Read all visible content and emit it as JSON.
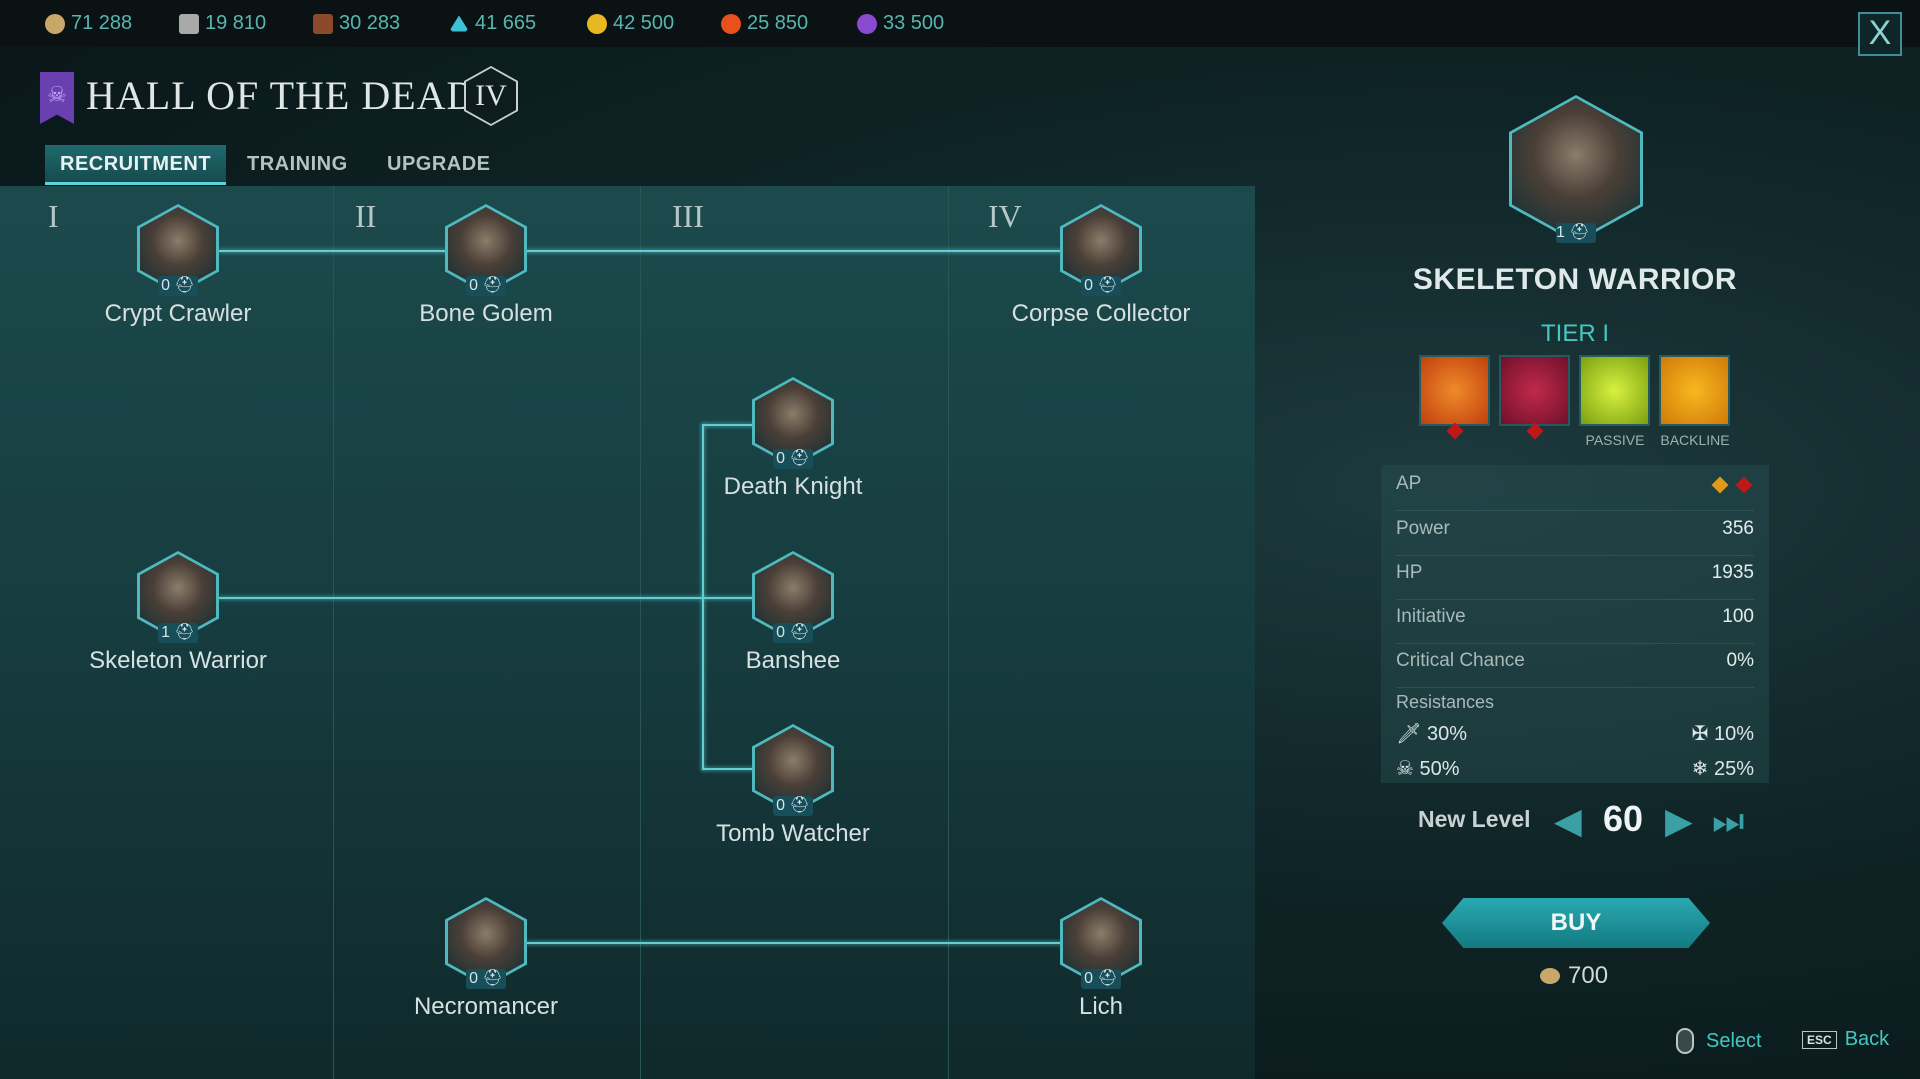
{
  "resources": [
    {
      "icon": "gold-coins-icon",
      "value": "71 288",
      "color": "#c8a76a"
    },
    {
      "icon": "iron-ingot-icon",
      "value": "19 810",
      "color": "#a8a8a8"
    },
    {
      "icon": "wood-planks-icon",
      "value": "30 283",
      "color": "#8a4a2a"
    },
    {
      "icon": "crystal-icon",
      "value": "41 665",
      "color": "#3ec3d6"
    },
    {
      "icon": "holy-essence-icon",
      "value": "42 500",
      "color": "#e8b820"
    },
    {
      "icon": "fire-essence-icon",
      "value": "25 850",
      "color": "#e8501c"
    },
    {
      "icon": "shadow-essence-icon",
      "value": "33 500",
      "color": "#8a4ad0"
    }
  ],
  "header": {
    "title": "HALL OF THE DEAD",
    "rank": "IV",
    "close": "X"
  },
  "tabs": [
    {
      "label": "RECRUITMENT",
      "active": true
    },
    {
      "label": "TRAINING"
    },
    {
      "label": "UPGRADE"
    }
  ],
  "tiers": [
    "I",
    "II",
    "III",
    "IV"
  ],
  "units": [
    {
      "name": "Crypt Crawler",
      "count": "0"
    },
    {
      "name": "Bone Golem",
      "count": "0"
    },
    {
      "name": "Corpse Collector",
      "count": "0"
    },
    {
      "name": "Death Knight",
      "count": "0"
    },
    {
      "name": "Skeleton Warrior",
      "count": "1"
    },
    {
      "name": "Banshee",
      "count": "0"
    },
    {
      "name": "Tomb Watcher",
      "count": "0"
    },
    {
      "name": "Necromancer",
      "count": "0"
    },
    {
      "name": "Lich",
      "count": "0"
    }
  ],
  "detail": {
    "name": "SKELETON WARRIOR",
    "count": "1",
    "tier": "TIER I",
    "skills": [
      {
        "icon": "shatter-icon",
        "label": ""
      },
      {
        "icon": "skull-shield-icon",
        "label": ""
      },
      {
        "icon": "passive-figure-icon",
        "label": "PASSIVE"
      },
      {
        "icon": "blade-icon",
        "label": "BACKLINE"
      }
    ],
    "stats": [
      {
        "label": "AP",
        "value": ""
      },
      {
        "label": "Power",
        "value": "356"
      },
      {
        "label": "HP",
        "value": "1935"
      },
      {
        "label": "Initiative",
        "value": "100"
      },
      {
        "label": "Critical Chance",
        "value": "0%"
      }
    ],
    "resistances_label": "Resistances",
    "resistances": [
      {
        "icon": "sword-icon",
        "value": "30%"
      },
      {
        "icon": "holy-cross-icon",
        "value": "10%"
      },
      {
        "icon": "skull-icon",
        "value": "50%"
      },
      {
        "icon": "fire-frost-icon",
        "value": "25%"
      }
    ],
    "new_level_label": "New Level",
    "new_level": "60",
    "buy_label": "BUY",
    "cost": "700"
  },
  "hints": {
    "select": "Select",
    "esc": "ESC",
    "back": "Back"
  }
}
